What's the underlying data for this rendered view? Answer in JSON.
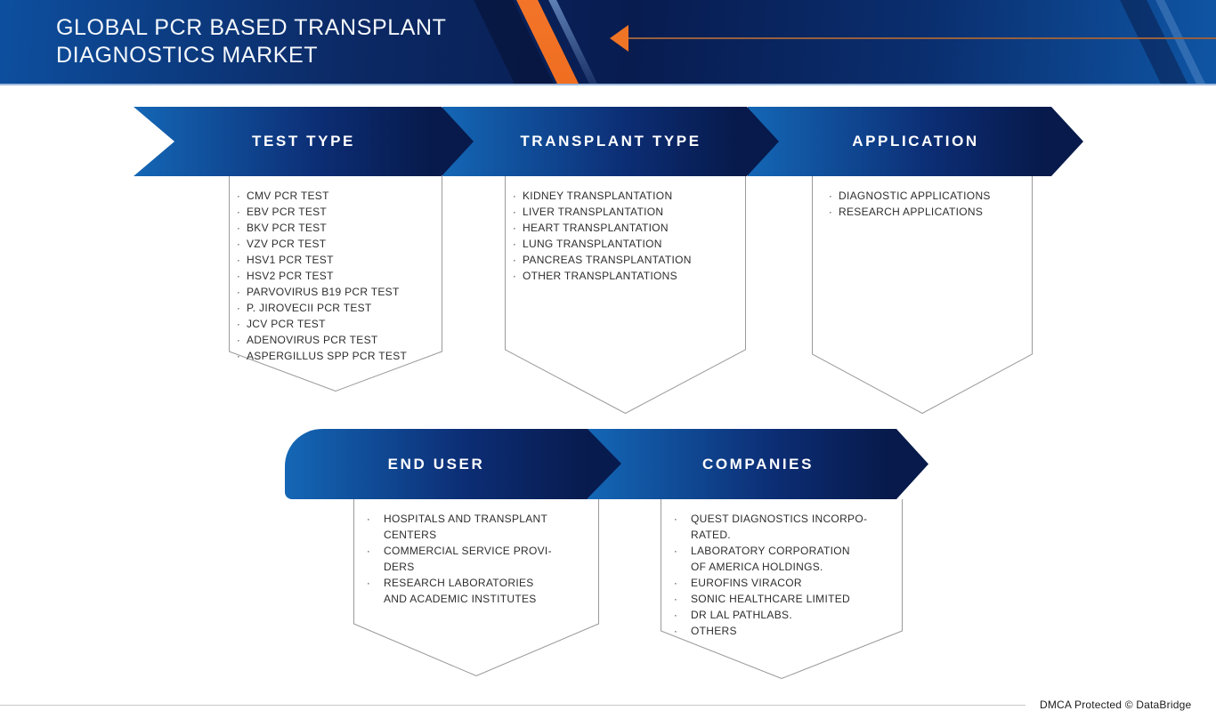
{
  "header": {
    "title": "GLOBAL PCR BASED TRANSPLANT\nDIAGNOSTICS MARKET"
  },
  "list_bullet": "·",
  "sections": [
    {
      "id": "test-type",
      "label": "TEST TYPE",
      "items": [
        "CMV PCR TEST",
        "EBV PCR TEST",
        "BKV PCR TEST",
        "VZV PCR TEST",
        "HSV1 PCR TEST",
        "HSV2 PCR TEST",
        "PARVOVIRUS B19 PCR TEST",
        "P. JIROVECII PCR TEST",
        "JCV PCR TEST",
        "ADENOVIRUS PCR TEST",
        "ASPERGILLUS SPP PCR TEST"
      ]
    },
    {
      "id": "transplant-type",
      "label": "TRANSPLANT TYPE",
      "items": [
        "KIDNEY TRANSPLANTATION",
        "LIVER TRANSPLANTATION",
        "HEART TRANSPLANTATION",
        "LUNG TRANSPLANTATION",
        "PANCREAS TRANSPLANTATION",
        "OTHER TRANSPLANTATIONS"
      ]
    },
    {
      "id": "application",
      "label": "APPLICATION",
      "items": [
        "DIAGNOSTIC APPLICATIONS",
        "RESEARCH APPLICATIONS"
      ]
    },
    {
      "id": "end-user",
      "label": "END USER",
      "items": [
        "HOSPITALS AND TRANSPLANT\nCENTERS",
        "COMMERCIAL SERVICE PROVI-\nDERS",
        "RESEARCH LABORATORIES\nAND ACADEMIC INSTITUTES"
      ]
    },
    {
      "id": "companies",
      "label": "COMPANIES",
      "items": [
        "QUEST DIAGNOSTICS INCORPO-\nRATED.",
        "LABORATORY CORPORATION\nOF AMERICA HOLDINGS.",
        "EUROFINS VIRACOR",
        "SONIC HEALTHCARE LIMITED",
        "DR LAL PATHLABS.",
        "OTHERS"
      ]
    }
  ],
  "footer": {
    "dmca_text": "DMCA Protected © DataBridge"
  },
  "colors": {
    "accent_orange": "#EF7426",
    "ribbon_blue_light": "#1467B6",
    "ribbon_navy_dark": "#071A4B",
    "header_navy": "#081C50",
    "box_border_gray": "#9A9A9A"
  }
}
